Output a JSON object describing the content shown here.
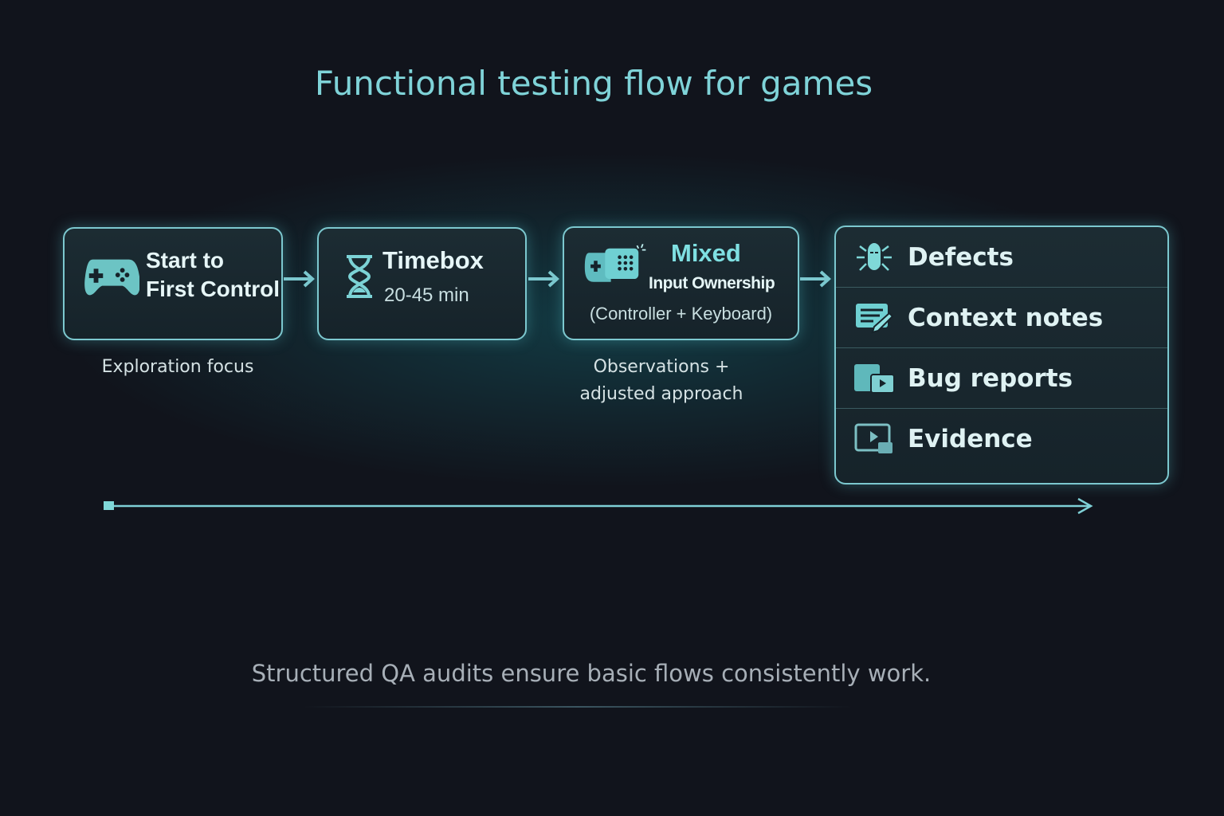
{
  "title": "Functional testing flow for games",
  "steps": [
    {
      "icon": "gamepad-icon",
      "line1": "Start to",
      "line2": "First Control",
      "caption": "Exploration focus"
    },
    {
      "icon": "hourglass-icon",
      "line1": "Timebox",
      "line2": "20-45 min"
    },
    {
      "icon": "controller-keyboard-icon",
      "line1": "Mixed",
      "line2": "Input Ownership",
      "line3": "(Controller + Keyboard)",
      "caption1": "Observations +",
      "caption2": "adjusted approach"
    }
  ],
  "outputs": [
    {
      "icon": "bug-icon",
      "label": "Defects"
    },
    {
      "icon": "notes-pencil-icon",
      "label": "Context notes"
    },
    {
      "icon": "bug-report-video-icon",
      "label": "Bug reports"
    },
    {
      "icon": "evidence-video-icon",
      "label": "Evidence"
    }
  ],
  "footer": "Structured QA audits ensure basic flows consistently work.",
  "colors": {
    "accent": "#7fd3d8",
    "background": "#11141c"
  }
}
